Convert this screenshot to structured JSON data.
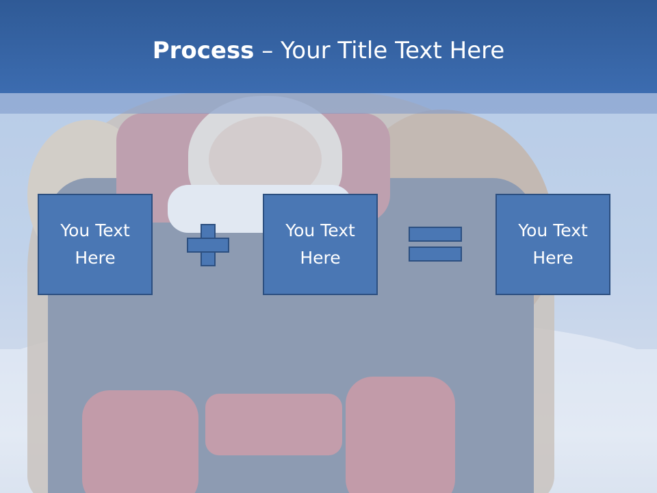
{
  "slide": {
    "title_bold": "Process",
    "title_rest": " – Your Title Text Here",
    "boxes": [
      {
        "label": "You Text Here"
      },
      {
        "label": "You Text Here"
      },
      {
        "label": "You Text Here"
      }
    ],
    "operators": [
      "plus-icon",
      "equals-icon"
    ],
    "colors": {
      "header": "#3c6cb0",
      "box_fill": "#4a77b4",
      "box_border": "#2c4f80",
      "text": "#ffffff"
    }
  }
}
